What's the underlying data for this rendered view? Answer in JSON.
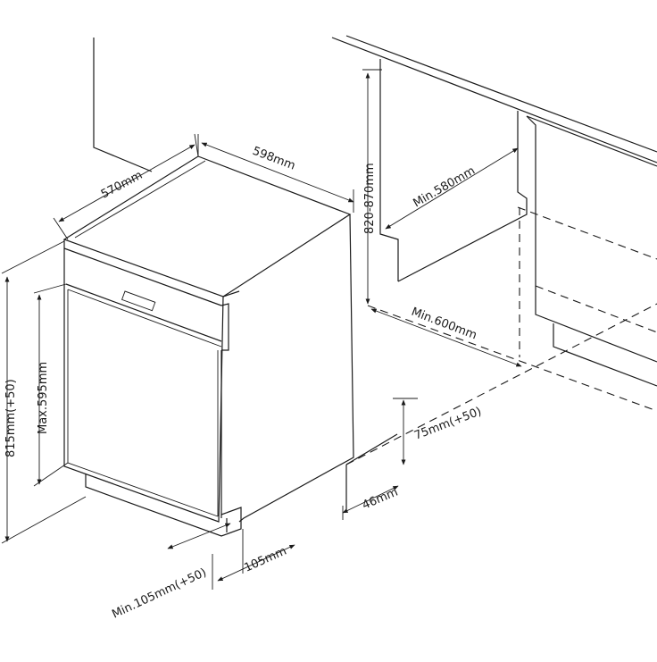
{
  "labels": {
    "depth": "570mm",
    "width": "598mm",
    "niche_height": "820-870mm",
    "niche_depth": "Min.580mm",
    "niche_width": "Min.600mm",
    "overall_height": "815mm(+50)",
    "door_height": "Max.595mm",
    "plinth_height": "75mm(+50)",
    "plinth_depth": "46mm",
    "toe_kick": "Min.105mm(+50)",
    "kick_height": "105mm"
  }
}
